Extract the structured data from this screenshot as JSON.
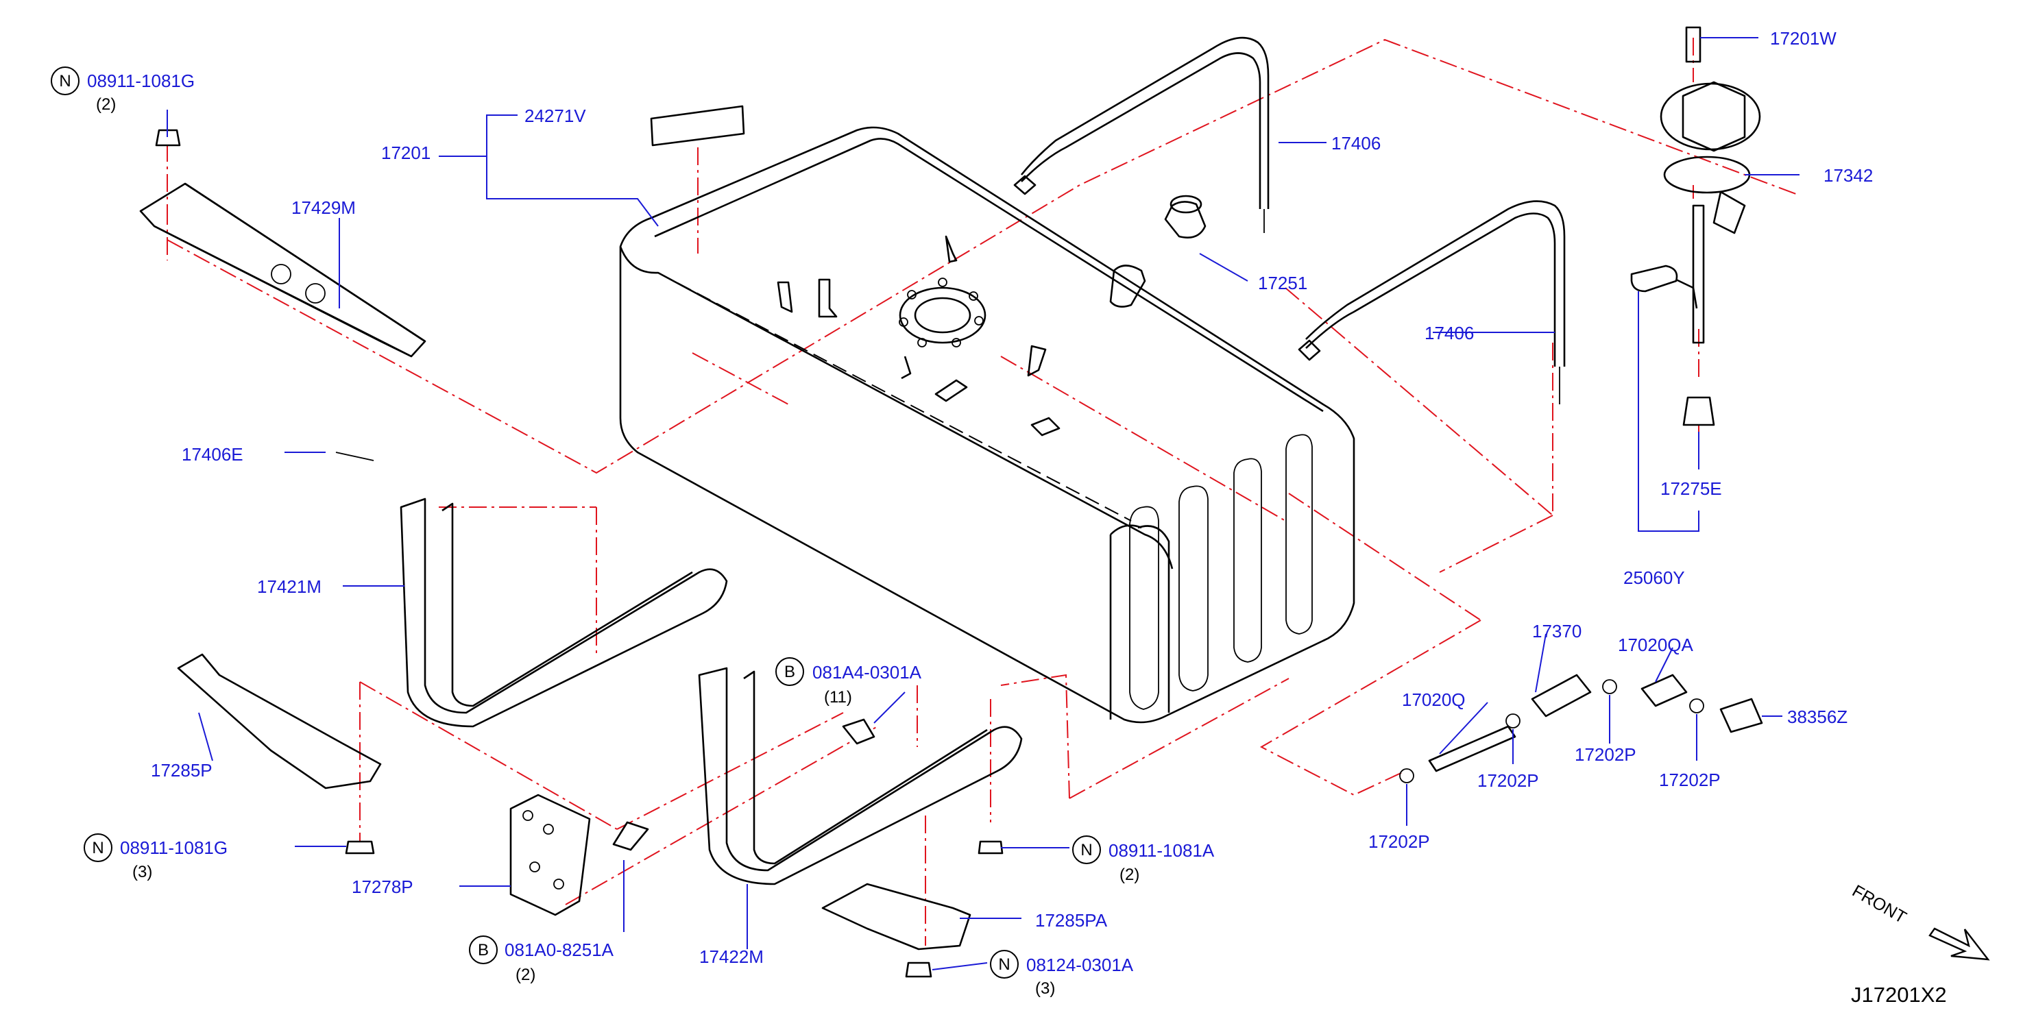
{
  "callouts": {
    "c1": {
      "code": "08911-1081G",
      "sym": "N",
      "qty": "(2)"
    },
    "c2": {
      "code": "17429M"
    },
    "c3": {
      "code": "17201"
    },
    "c4": {
      "code": "24271V"
    },
    "c5": {
      "code": "17406"
    },
    "c6": {
      "code": "17251"
    },
    "c7": {
      "code": "17406"
    },
    "c8": {
      "code": "17201W"
    },
    "c9": {
      "code": "17342"
    },
    "c10": {
      "code": "17275E"
    },
    "c11": {
      "code": "25060Y"
    },
    "c12": {
      "code": "17406E"
    },
    "c13": {
      "code": "17421M"
    },
    "c14": {
      "code": "17285P"
    },
    "c15": {
      "code": "08911-1081G",
      "sym": "N",
      "qty": "(3)"
    },
    "c16": {
      "code": "17278P"
    },
    "c17": {
      "code": "081A0-8251A",
      "sym": "B",
      "qty": "(2)"
    },
    "c18": {
      "code": "081A4-0301A",
      "sym": "B",
      "qty": "(11)"
    },
    "c19": {
      "code": "17422M"
    },
    "c20": {
      "code": "08911-1081A",
      "sym": "N",
      "qty": "(2)"
    },
    "c21": {
      "code": "17285PA"
    },
    "c22": {
      "code": "08124-0301A",
      "sym": "N",
      "qty": "(3)"
    },
    "c23": {
      "code": "17370"
    },
    "c24": {
      "code": "17020QA"
    },
    "c25": {
      "code": "17020Q"
    },
    "c26": {
      "code": "17202P"
    },
    "c27": {
      "code": "17202P"
    },
    "c28": {
      "code": "17202P"
    },
    "c29": {
      "code": "38356Z"
    },
    "c30": {
      "code": "17202P"
    }
  },
  "orientation": {
    "label": "FRONT"
  },
  "diagram_ref": "J17201X2",
  "colors": {
    "callout_text": "#1a1ad6",
    "leader": "#1a1ad6",
    "phantom_line": "#e0141e",
    "outline": "#000000",
    "background": "#ffffff"
  }
}
